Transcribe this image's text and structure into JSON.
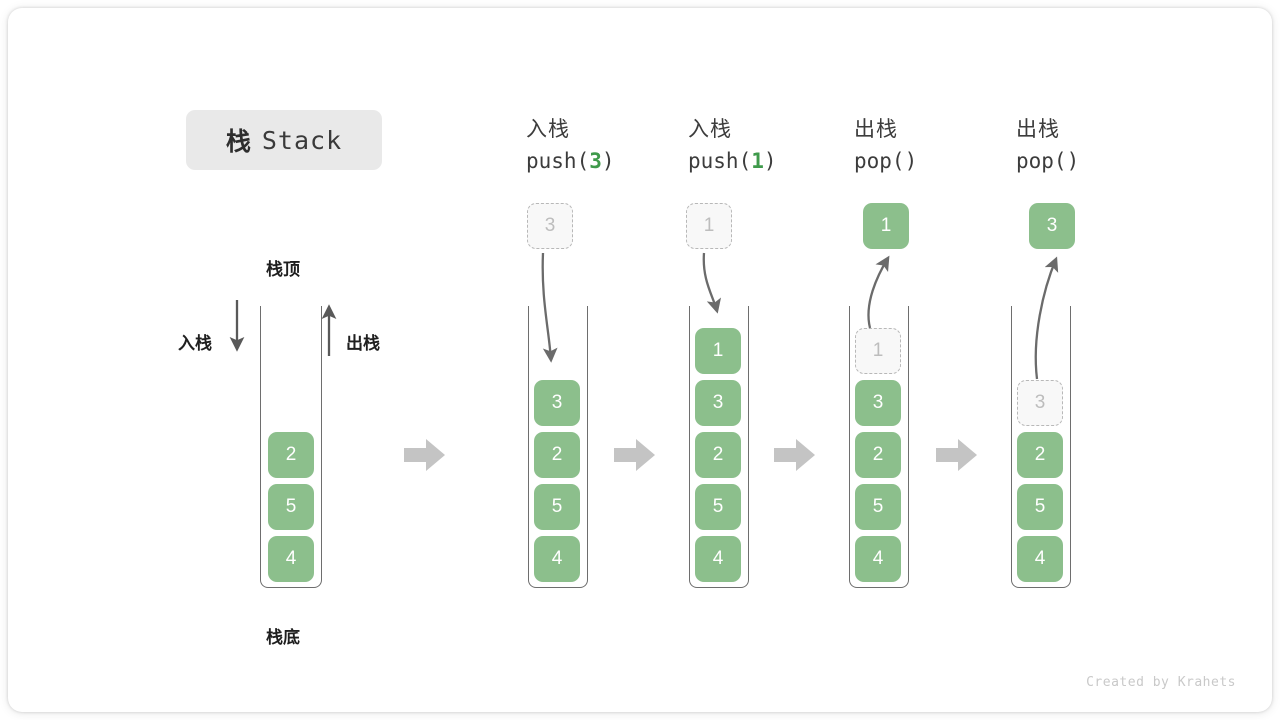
{
  "title": {
    "cjk": "栈",
    "latin": "Stack"
  },
  "left_stack": {
    "top_label": "栈顶",
    "bottom_label": "栈底",
    "push_label": "入栈",
    "pop_label": "出栈",
    "cells": [
      "2",
      "5",
      "4"
    ]
  },
  "columns": [
    {
      "id": "push-3",
      "op_cjk": "入栈",
      "op_call_prefix": "push(",
      "op_call_arg": "3",
      "op_call_suffix": ")",
      "floating": {
        "value": "3",
        "style": "ghost"
      },
      "arrow": "down-into-stack",
      "cells": [
        "3",
        "2",
        "5",
        "4"
      ],
      "ghost_in_stack": null
    },
    {
      "id": "push-1",
      "op_cjk": "入栈",
      "op_call_prefix": "push(",
      "op_call_arg": "1",
      "op_call_suffix": ")",
      "floating": {
        "value": "1",
        "style": "ghost"
      },
      "arrow": "down-into-stack",
      "cells": [
        "1",
        "3",
        "2",
        "5",
        "4"
      ],
      "ghost_in_stack": null
    },
    {
      "id": "pop-1",
      "op_cjk": "出栈",
      "op_call_prefix": "pop(",
      "op_call_arg": "",
      "op_call_suffix": ")",
      "floating": {
        "value": "1",
        "style": "solid"
      },
      "arrow": "up-out-of-stack",
      "cells": [
        "3",
        "2",
        "5",
        "4"
      ],
      "ghost_in_stack": "1"
    },
    {
      "id": "pop-3",
      "op_cjk": "出栈",
      "op_call_prefix": "pop(",
      "op_call_arg": "",
      "op_call_suffix": ")",
      "floating": {
        "value": "3",
        "style": "solid"
      },
      "arrow": "up-out-of-stack",
      "cells": [
        "2",
        "5",
        "4"
      ],
      "ghost_in_stack": "3"
    }
  ],
  "flow_arrows_count": 4,
  "footer": "Created by Krahets",
  "colors": {
    "green": "#8cbf8c",
    "green_text": "#3f9a4b",
    "gray_arrow": "#c4c4c4",
    "ghost_border": "#b8b8b8",
    "chip_bg": "#e9e9e9",
    "stroke": "#6e6e6e"
  }
}
